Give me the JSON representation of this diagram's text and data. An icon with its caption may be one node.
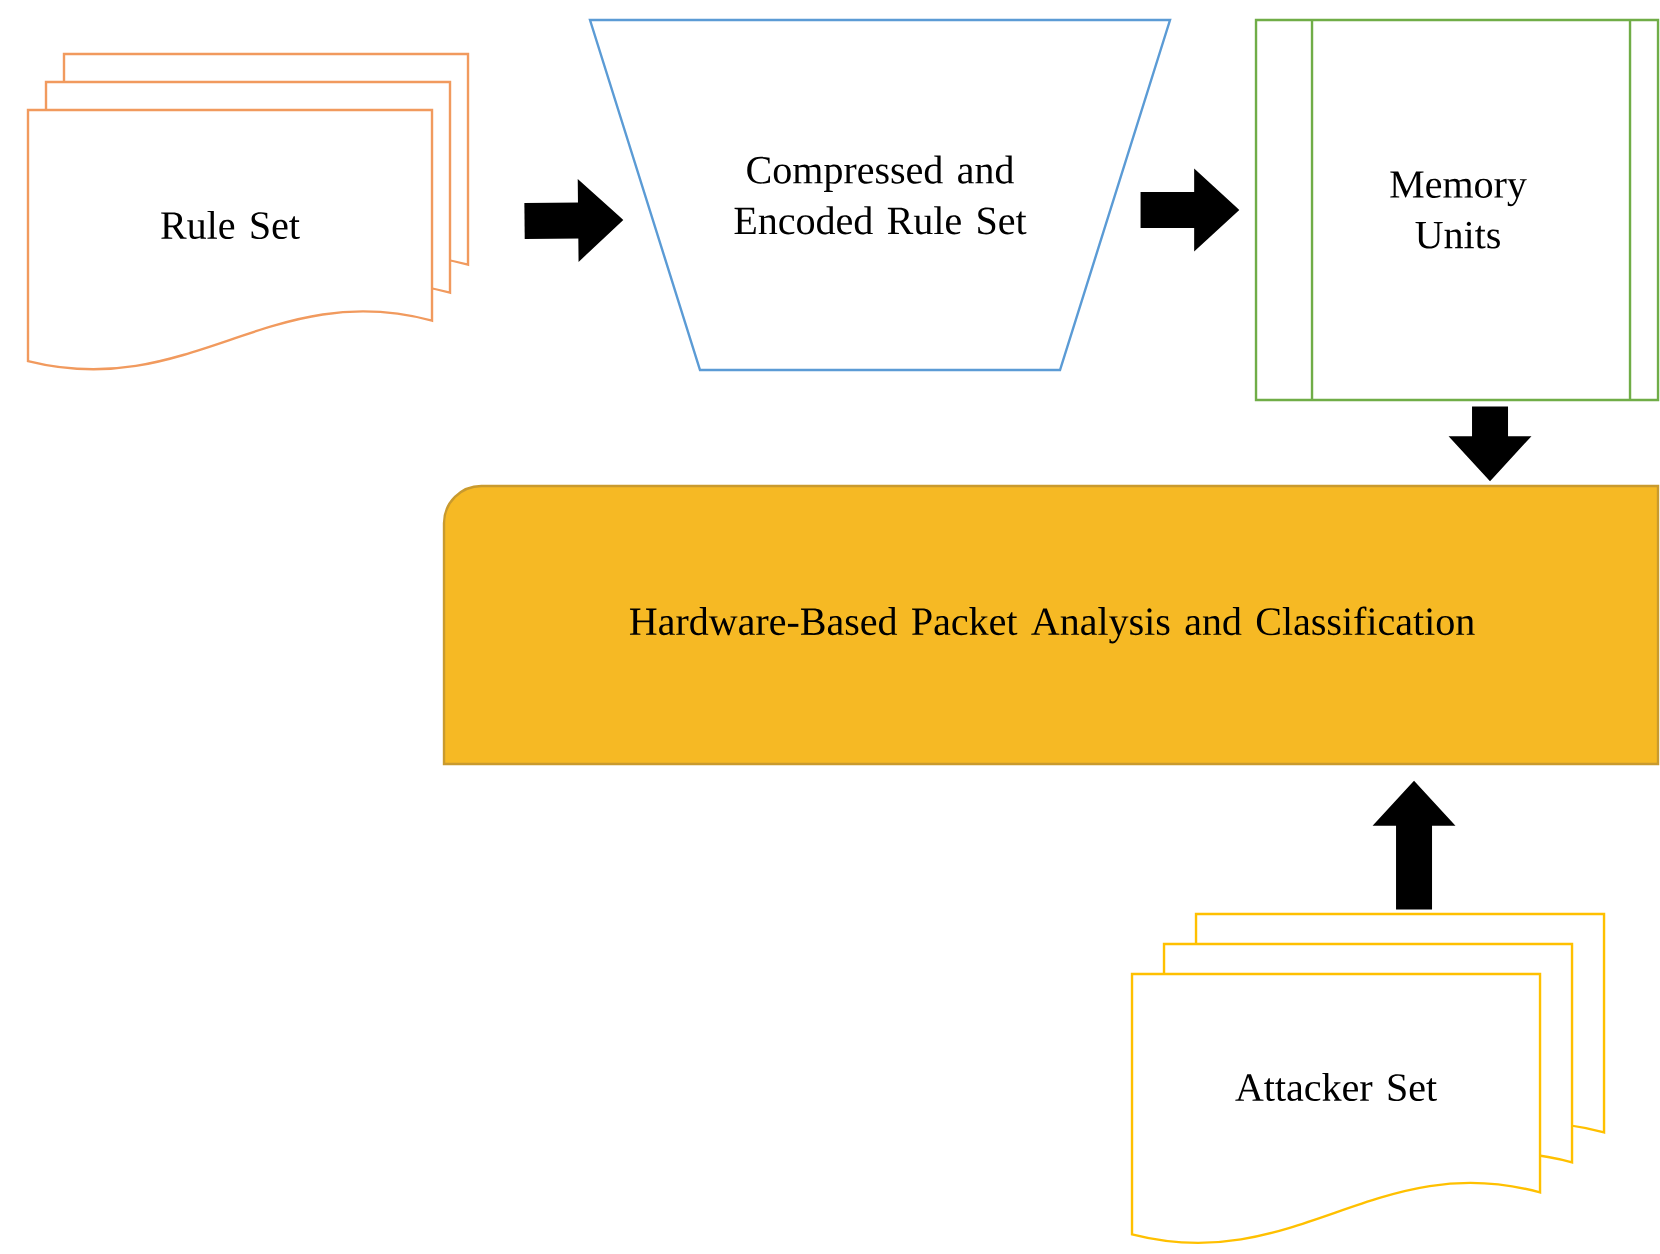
{
  "diagram": {
    "nodes": [
      {
        "text": [
          "Rule Set"
        ]
      },
      {
        "text": [
          "Compressed and Encoded Rule Set"
        ]
      },
      {
        "text": [
          "Memory Units"
        ]
      },
      {
        "text": [
          "Hardware-Based Packet Analysis and Classification"
        ]
      },
      {
        "text": [
          "Attacker Set"
        ]
      }
    ],
    "edges": [
      {
        "from": 0,
        "to": 1,
        "arrow": "to"
      },
      {
        "from": 1,
        "to": 2,
        "arrow": "to"
      },
      {
        "from": 2,
        "to": 3,
        "arrow": "to"
      },
      {
        "from": 4,
        "to": 3,
        "arrow": "to"
      }
    ]
  }
}
